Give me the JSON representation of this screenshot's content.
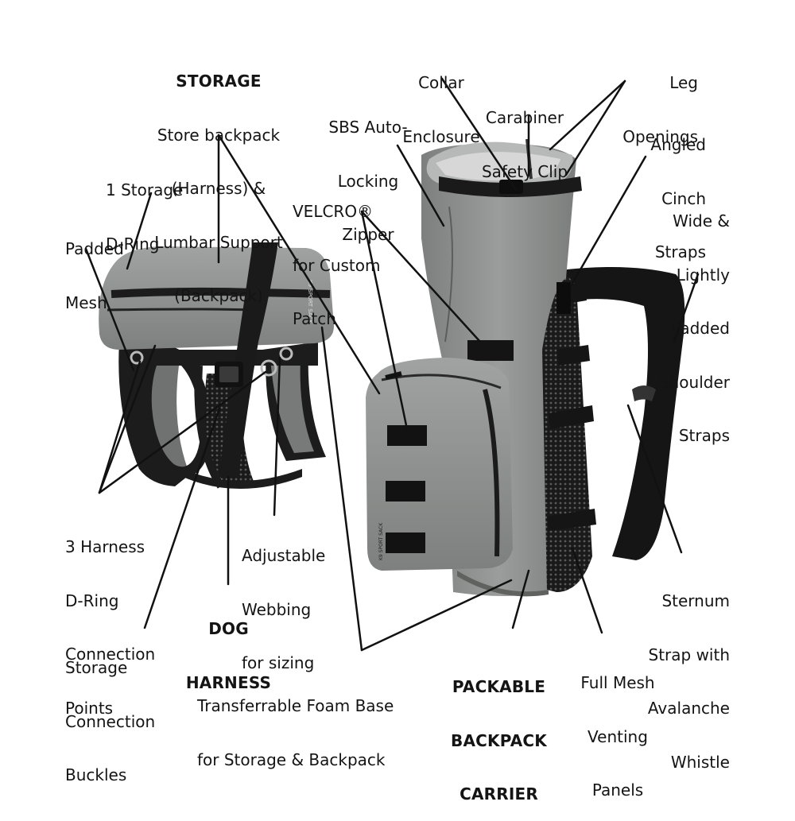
{
  "labels": {
    "storage_title": "STORAGE",
    "storage_desc": [
      "Store backpack",
      "(Harness) &",
      "Lumbar Support",
      "(Backpack)"
    ],
    "storage_dring": [
      "1 Storage",
      "D-Ring"
    ],
    "padded_mesh": [
      "Padded",
      "Mesh"
    ],
    "harness_drings": [
      "3 Harness",
      "D-Ring",
      "Connection",
      "Points"
    ],
    "adjustable_webbing": [
      "Adjustable",
      "Webbing",
      "for sizing"
    ],
    "dog_harness": [
      "DOG",
      "HARNESS"
    ],
    "storage_buckles": [
      "Storage",
      "Connection",
      "Buckles"
    ],
    "foam_base": [
      "Transferrable Foam Base",
      "for Storage & Backpack"
    ],
    "sbs_zipper": [
      "SBS Auto-",
      "Locking",
      "Zipper"
    ],
    "velcro": [
      "VELCRO®",
      "for Custom",
      "Patch"
    ],
    "collar": [
      "Collar",
      "Enclosure"
    ],
    "carabiner": [
      "Carabiner",
      "Safety Clip"
    ],
    "leg_openings": [
      "Leg",
      "Openings"
    ],
    "cinch_straps": [
      "Angled",
      "Cinch",
      "Straps"
    ],
    "shoulder_straps": [
      "Wide &",
      "Lightly",
      "Padded",
      "Shoulder",
      "Straps"
    ],
    "sternum": [
      "Sternum",
      "Strap with",
      "Avalanche",
      "Whistle"
    ],
    "mesh_panels": [
      "Full Mesh",
      "Venting",
      "Panels"
    ],
    "backpack_carrier": [
      "PACKABLE",
      "BACKPACK",
      "CARRIER"
    ]
  },
  "brand_text": "K9 SPORT SACK",
  "colors": {
    "fabric": "#8a8d8b",
    "fabric_light": "#a3a6a4",
    "strap": "#1b1b1b",
    "line": "#111111"
  }
}
